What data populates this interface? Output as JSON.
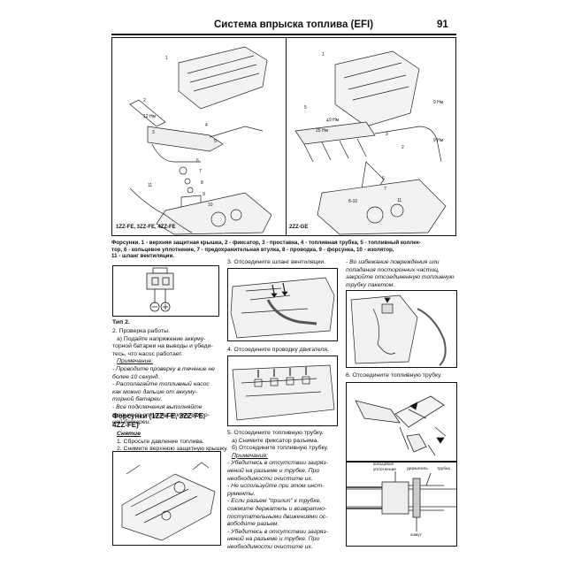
{
  "header": {
    "title": "Система впрыска топлива (EFI)",
    "page_number": "91"
  },
  "fig_top": {
    "left_engines": "1ZZ-FE, 3ZZ-FE, 4ZZ-FE",
    "right_engine": "2ZZ-GE",
    "torque_12": "12 Нм",
    "torque_9": "9 Нм",
    "torque_25": "25 Нм",
    "torque_9b": "9 Нм",
    "torque_9c": "9 Нм"
  },
  "caption": {
    "line1": "Форсунки. 1 - верхняя защитная крышка, 2 - фиксатор, 3 - проставка, 4 - топливная трубка, 5 - топливный коллек-",
    "line2": "тор, 6 - кольцевое уплотнение, 7 - предохранительная втулка, 8 - проводка, 9 - форсунка, 10 - изолятор,",
    "line3": "11 - шланг вентиляции."
  },
  "left_column": {
    "connector_caption": "Тип 2.",
    "step2_title": "2. Проверка работы.",
    "step2a": [
      "а) Подайте напряжение аккуму-",
      "торной батареи на выводы и убеди-",
      "тесь, что насос работает."
    ],
    "note1_title": "Примечание:",
    "note1": [
      "- Проводите проверку в течение не",
      "более 10 секунд.",
      "- Располагайте топливный насос",
      "как можно дальше от аккуму-",
      "торной батареи.",
      "- Все подключения выполняйте",
      "только со стороны аккумулятор-",
      "ной батареи."
    ],
    "section_title": [
      "Форсунки (1ZZ-FE, 3ZZ-FE,",
      "4ZZ-FE)"
    ],
    "removal_title": "Снятие",
    "removal_steps": [
      "1. Сбросьте давление топлива.",
      "2. Снимите верхнюю защитную крышку."
    ]
  },
  "middle_column": {
    "step3": "3. Отсоедините шланг вентиляции.",
    "step4": "4. Отсоедините проводку двигателя.",
    "step5": [
      "5. Отсоедините топливную трубку.",
      "а) Снимите фиксатор разъема.",
      "б) Отсоедините топливную трубку."
    ],
    "notes_title": "Примечания:",
    "notes": [
      "- Убедитесь в отсутствии загряз-",
      "нений на разъеме и трубке. При",
      "необходимости очистите их.",
      "- Не используйте при этом инст-",
      "рументы.",
      "- Если разъем \"прилип\" к трубке,",
      "сожмите держатель и возвратно-",
      "поступательными движениями ос-",
      "вободите разъем.",
      "- Убедитесь в отсутствии загряз-",
      "нений на разъеме и трубке. При",
      "необходимости очистите их."
    ]
  },
  "right_column": {
    "warning": [
      "- Во избежание повреждения или",
      "попадания посторонних частиц,",
      "закройте отсоединенную топливную",
      "трубку пакетом."
    ],
    "step6": "6. Отсоедините топливную трубку.",
    "labels": {
      "ring": "кольцевое",
      "ring2": "уплотнение",
      "holder": "держатель",
      "pipe": "трубка",
      "clamp": "хомут"
    }
  }
}
